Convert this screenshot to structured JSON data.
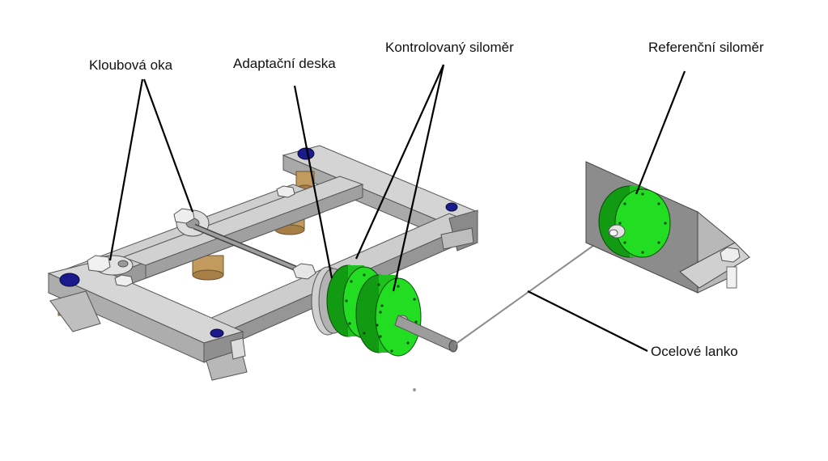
{
  "labels": {
    "eyes": "Kloubová oka",
    "plate": "Adaptační deska",
    "tested": "Kontrolovaný siloměr",
    "reference": "Referenční siloměr",
    "cable": "Ocelové lanko"
  },
  "colors": {
    "background": "#ffffff",
    "steel_light": "#c9c9c9",
    "steel_mid": "#a3a3a3",
    "steel_dark": "#777777",
    "load_cell_green": "#22dd22",
    "load_cell_dark": "#139a13",
    "bronze": "#c29a5e",
    "cap_blue": "#1a1a8c",
    "leader": "#000000"
  }
}
